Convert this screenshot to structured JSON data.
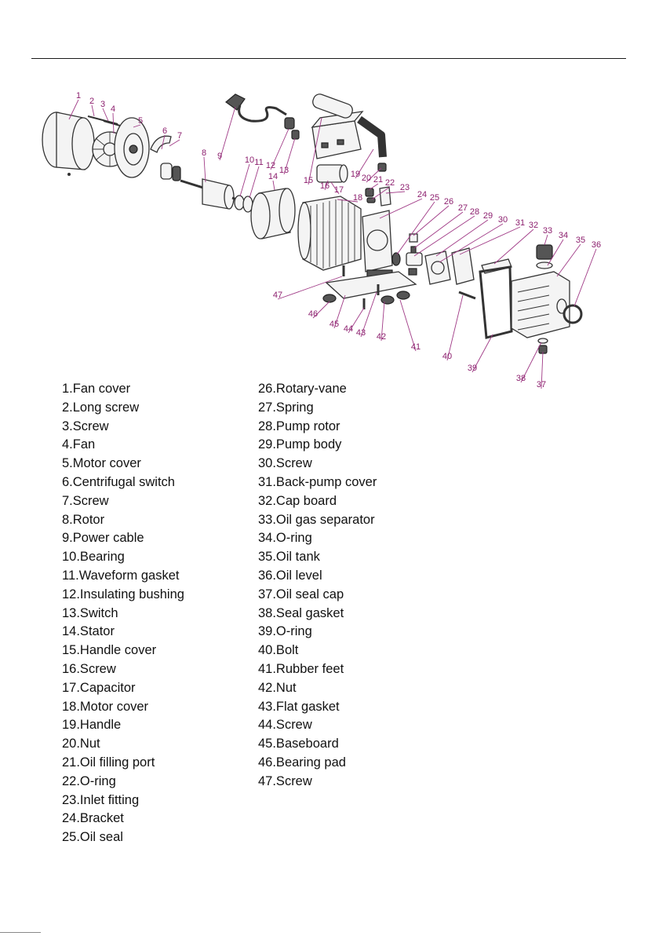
{
  "callouts": [
    "1",
    "2",
    "3",
    "4",
    "5",
    "6",
    "7",
    "8",
    "9",
    "10",
    "11",
    "12",
    "13",
    "14",
    "15",
    "16",
    "17",
    "18",
    "19",
    "20",
    "21",
    "22",
    "23",
    "24",
    "25",
    "26",
    "27",
    "28",
    "29",
    "30",
    "31",
    "32",
    "33",
    "34",
    "35",
    "36",
    "37",
    "38",
    "39",
    "40",
    "41",
    "42",
    "43",
    "44",
    "45",
    "46",
    "47"
  ],
  "legend": {
    "left": [
      "1.Fan cover",
      "2.Long screw",
      "3.Screw",
      "4.Fan",
      "5.Motor cover",
      "6.Centrifugal switch",
      "7.Screw",
      "8.Rotor",
      "9.Power cable",
      "10.Bearing",
      "11.Waveform gasket",
      "12.Insulating bushing",
      "13.Switch",
      "14.Stator",
      "15.Handle cover",
      "16.Screw",
      "17.Capacitor",
      "18.Motor cover",
      "19.Handle",
      "20.Nut",
      "21.Oil filling port",
      "22.O-ring",
      "23.Inlet fitting",
      "24.Bracket",
      "25.Oil seal"
    ],
    "right": [
      "26.Rotary-vane",
      "27.Spring",
      "28.Pump rotor",
      "29.Pump body",
      "30.Screw",
      "31.Back-pump cover",
      "32.Cap board",
      "33.Oil gas separator",
      "34.O-ring",
      "35.Oil tank",
      "36.Oil level",
      "37.Oil seal cap",
      "38.Seal gasket",
      "39.O-ring",
      "40.Bolt",
      "41.Rubber feet",
      "42.Nut",
      "43.Flat gasket",
      "44.Screw",
      "45.Baseboard",
      "46.Bearing pad",
      "47.Screw"
    ]
  },
  "colors": {
    "callout": "#8c1f6e",
    "line": "#333333"
  }
}
